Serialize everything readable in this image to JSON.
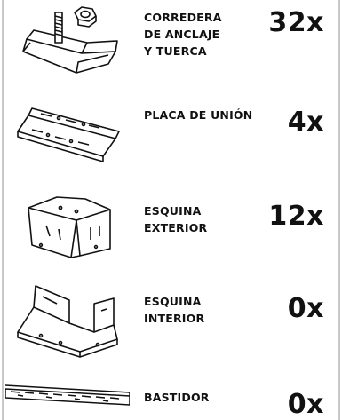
{
  "items": [
    {
      "name_lines": [
        "CORREDERA",
        "DE ANCLAJE",
        "Y TUERCA"
      ],
      "qty": "32x",
      "icon": "slide-anchor-nut-icon"
    },
    {
      "name_lines": [
        "PLACA DE UNIÓN"
      ],
      "qty": "4x",
      "icon": "joint-plate-icon"
    },
    {
      "name_lines": [
        "ESQUINA",
        "EXTERIOR"
      ],
      "qty": "12x",
      "icon": "outer-corner-icon"
    },
    {
      "name_lines": [
        "ESQUINA",
        "INTERIOR"
      ],
      "qty": "0x",
      "icon": "inner-corner-icon"
    },
    {
      "name_lines": [
        "BASTIDOR"
      ],
      "qty": "0x",
      "icon": "frame-rail-icon"
    }
  ]
}
